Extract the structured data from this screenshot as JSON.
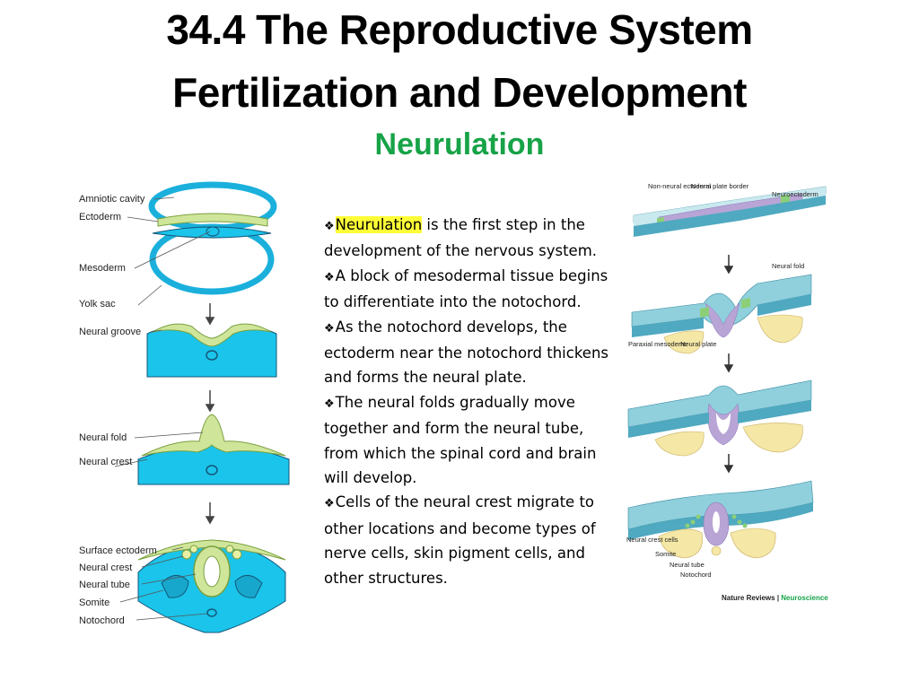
{
  "title": {
    "line1": "34.4 The Reproductive System",
    "line2": "Fertilization and Development",
    "subtitle": "Neurulation"
  },
  "bullets": [
    {
      "highlight": "Neurulation",
      "text": " is the first step in the development of the nervous system."
    },
    {
      "highlight": "",
      "text": "A block of mesodermal tissue begins to differentiate into the notochord."
    },
    {
      "highlight": "",
      "text": "As the notochord develops, the ectoderm near the notochord thickens and forms the neural plate."
    },
    {
      "highlight": "",
      "text": "The neural folds gradually move together and form the neural tube, from which the spinal cord and brain will develop."
    },
    {
      "highlight": "",
      "text": "Cells of the neural crest migrate to other locations and become types of nerve cells, skin pigment cells, and other structures."
    }
  ],
  "bullet_icon": "diamond-bullet-icon",
  "left_diagram": {
    "labels": [
      "Amniotic cavity",
      "Ectoderm",
      "Mesoderm",
      "Yolk sac",
      "Neural groove",
      "Neural fold",
      "Neural crest",
      "Surface ectoderm",
      "Neural crest",
      "Neural tube",
      "Somite",
      "Notochord"
    ]
  },
  "right_diagram": {
    "labels": [
      "Non-neural ectoderm",
      "Neural plate border",
      "Neuroectoderm",
      "Neural fold",
      "Paraxial mesoderm",
      "Neural plate",
      "Neural crest cells",
      "Somite",
      "Neural tube",
      "Notochord"
    ],
    "source_prefix": "Nature Reviews",
    "source_separator": " | ",
    "source_suffix": "Neuroscience"
  },
  "colors": {
    "title": "#000000",
    "subtitle": "#17a347",
    "highlight": "#ffff38",
    "mesoderm_blue": "#1bc4ea",
    "neural_green": "#cfe69a",
    "plate_purple": "#b8a5d6",
    "slab_blue": "#8fd0dc",
    "somite_yellow": "#f5e7a6"
  }
}
